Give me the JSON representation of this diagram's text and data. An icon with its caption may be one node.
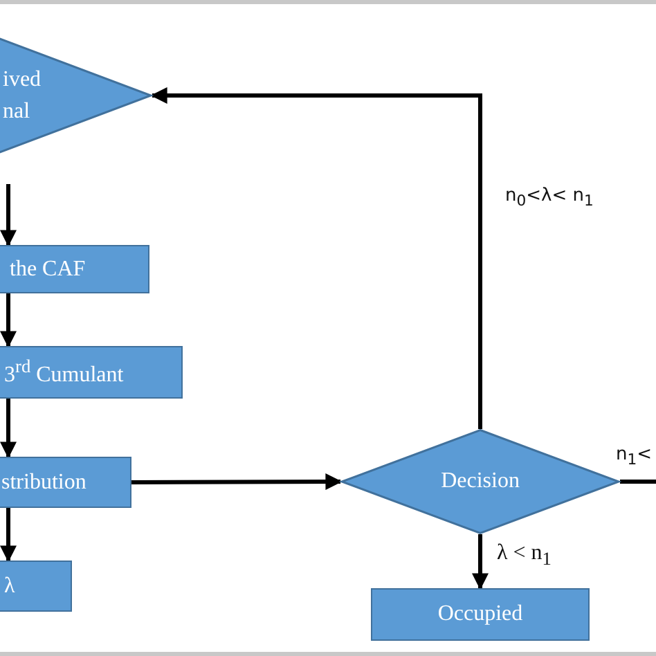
{
  "diagram": {
    "nodes": [
      {
        "text": [
          "ived nal"
        ]
      },
      {
        "text": [
          "the CAF"
        ]
      },
      {
        "text": [
          "3$^{rd}$ Cumulant"
        ]
      },
      {
        "text": [
          "stribution"
        ]
      },
      {
        "text": [
          "λ"
        ]
      },
      {
        "text": [
          "Decision"
        ]
      },
      {
        "text": [
          "Occupied"
        ]
      }
    ],
    "edges": [
      {
        "from": 0,
        "to": 1,
        "arrow": "to"
      },
      {
        "from": 1,
        "to": 2,
        "arrow": "to"
      },
      {
        "from": 2,
        "to": 3,
        "arrow": "to"
      },
      {
        "from": 3,
        "to": 4,
        "arrow": "to"
      },
      {
        "from": 3,
        "to": 5,
        "arrow": "to"
      },
      {
        "from": 5,
        "to": 6,
        "arrow": "to",
        "label": "λ < n$_{1}$"
      },
      {
        "from": 5,
        "to": 0,
        "arrow": "to",
        "label": "n$_{0}$<λ< n$_{1}$"
      },
      {
        "from": 5,
        "to": null,
        "arrow": "none",
        "label": "n$_{1}$<"
      }
    ]
  }
}
